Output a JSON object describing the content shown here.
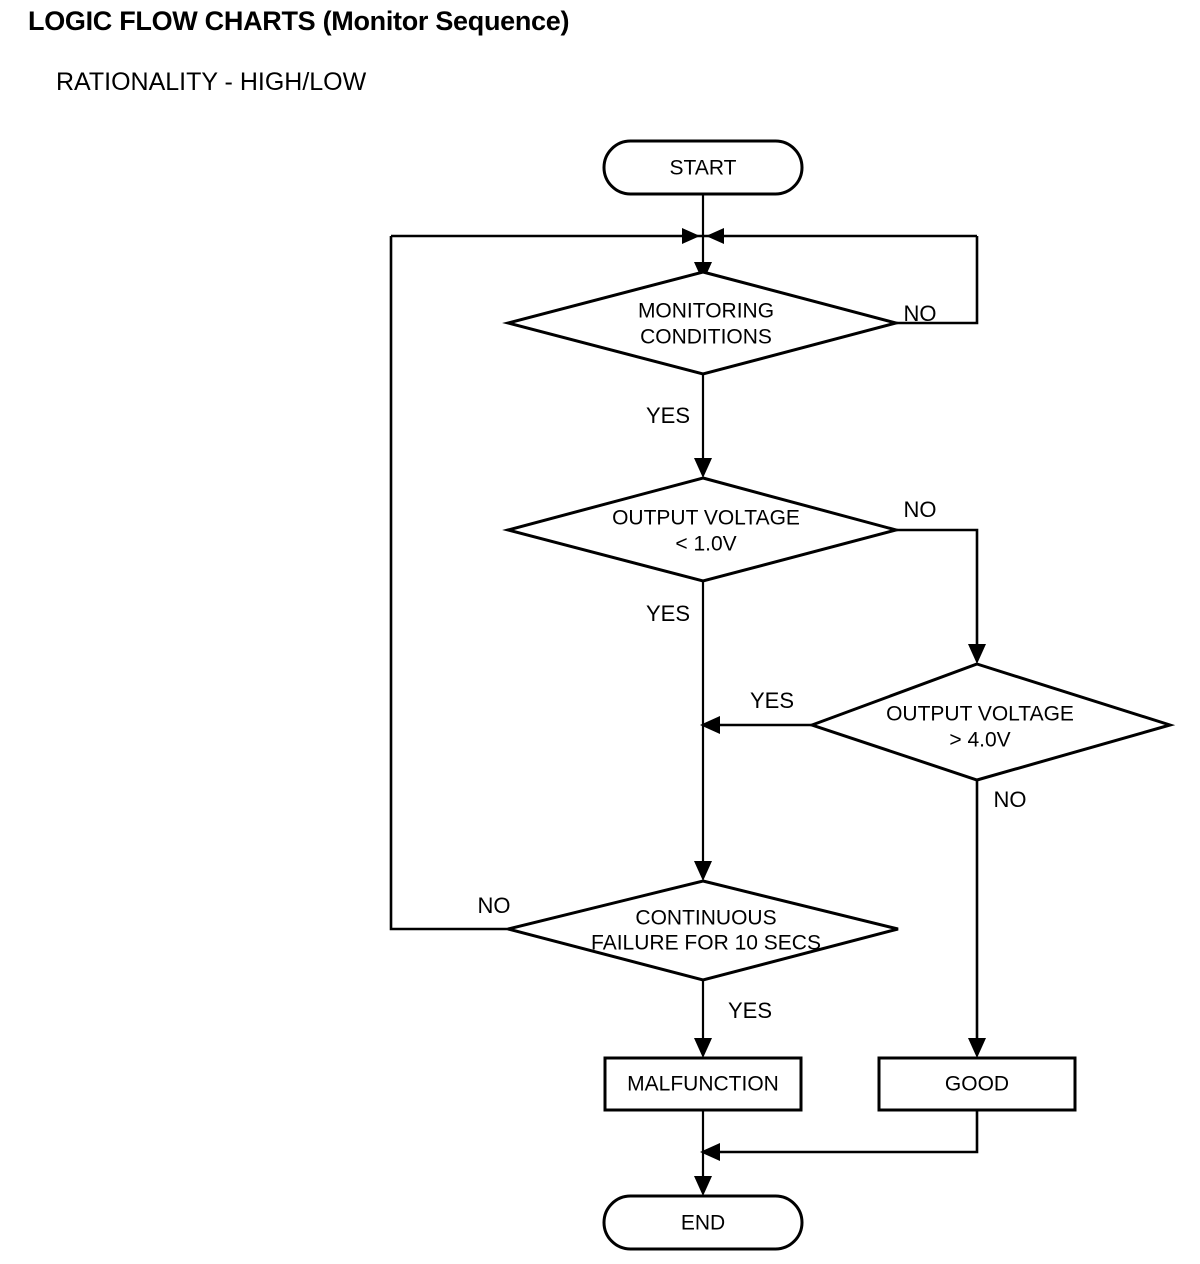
{
  "header": {
    "title": "LOGIC FLOW CHARTS (Monitor Sequence)",
    "subtitle": "RATIONALITY - HIGH/LOW"
  },
  "colors": {
    "stroke": "#000000",
    "fill": "#ffffff",
    "text": "#000000"
  },
  "chart_data": {
    "type": "diagram",
    "diagram_kind": "flowchart",
    "title": "LOGIC FLOW CHARTS (Monitor Sequence)",
    "subtitle": "RATIONALITY - HIGH/LOW",
    "orientation": "top-to-bottom",
    "nodes": [
      {
        "id": "start",
        "shape": "terminator",
        "label": "START",
        "label_line1": "START",
        "label_line2": ""
      },
      {
        "id": "moncond",
        "shape": "decision",
        "label": "MONITORING CONDITIONS",
        "label_line1": "MONITORING",
        "label_line2": "CONDITIONS"
      },
      {
        "id": "volt_low",
        "shape": "decision",
        "label": "OUTPUT VOLTAGE < 1.0V",
        "label_line1": "OUTPUT VOLTAGE",
        "label_line2": "< 1.0V"
      },
      {
        "id": "volt_high",
        "shape": "decision",
        "label": "OUTPUT VOLTAGE > 4.0V",
        "label_line1": "OUTPUT VOLTAGE",
        "label_line2": "> 4.0V"
      },
      {
        "id": "contfail",
        "shape": "decision",
        "label": "CONTINUOUS FAILURE FOR 10 SECS",
        "label_line1": "CONTINUOUS",
        "label_line2": "FAILURE FOR 10 SECS"
      },
      {
        "id": "malfunction",
        "shape": "process",
        "label": "MALFUNCTION",
        "label_line1": "MALFUNCTION",
        "label_line2": ""
      },
      {
        "id": "good",
        "shape": "process",
        "label": "GOOD",
        "label_line1": "GOOD",
        "label_line2": ""
      },
      {
        "id": "end",
        "shape": "terminator",
        "label": "END",
        "label_line1": "END",
        "label_line2": ""
      }
    ],
    "edges": [
      {
        "from": "start",
        "to": "moncond",
        "label": ""
      },
      {
        "from": "moncond",
        "to": "volt_low",
        "label": "YES"
      },
      {
        "from": "moncond",
        "to": "moncond",
        "label": "NO"
      },
      {
        "from": "volt_low",
        "to": "contfail",
        "label": "YES"
      },
      {
        "from": "volt_low",
        "to": "volt_high",
        "label": "NO"
      },
      {
        "from": "volt_high",
        "to": "contfail",
        "label": "YES"
      },
      {
        "from": "volt_high",
        "to": "good",
        "label": "NO"
      },
      {
        "from": "contfail",
        "to": "malfunction",
        "label": "YES"
      },
      {
        "from": "contfail",
        "to": "moncond",
        "label": "NO"
      },
      {
        "from": "malfunction",
        "to": "end",
        "label": ""
      },
      {
        "from": "good",
        "to": "end",
        "label": ""
      }
    ],
    "edge_labels": {
      "moncond_no": "NO",
      "moncond_yes": "YES",
      "volt_low_no": "NO",
      "volt_low_yes": "YES",
      "volt_high_yes": "YES",
      "volt_high_no": "NO",
      "contfail_no": "NO",
      "contfail_yes": "YES"
    }
  }
}
